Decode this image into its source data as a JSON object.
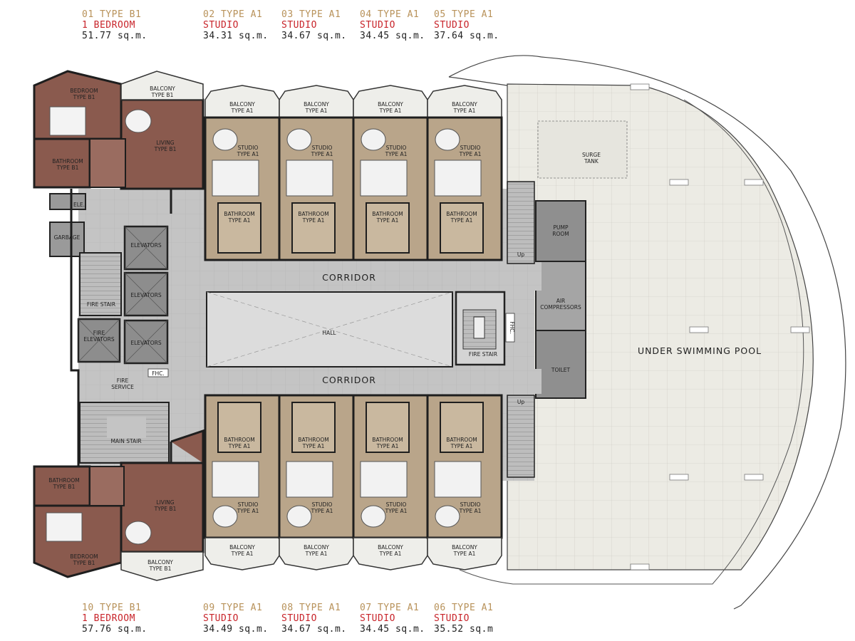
{
  "units_top": [
    {
      "num": "01 TYPE B1",
      "kind": "1 BEDROOM",
      "area": "51.77 sq.m."
    },
    {
      "num": "02 TYPE A1",
      "kind": "STUDIO",
      "area": "34.31 sq.m."
    },
    {
      "num": "03 TYPE A1",
      "kind": "STUDIO",
      "area": "34.67 sq.m."
    },
    {
      "num": "04 TYPE A1",
      "kind": "STUDIO",
      "area": "34.45 sq.m."
    },
    {
      "num": "05 TYPE A1",
      "kind": "STUDIO",
      "area": "37.64 sq.m."
    }
  ],
  "units_bottom": [
    {
      "num": "10 TYPE B1",
      "kind": "1 BEDROOM",
      "area": "57.76 sq.m."
    },
    {
      "num": "09 TYPE A1",
      "kind": "STUDIO",
      "area": "34.49 sq.m."
    },
    {
      "num": "08 TYPE A1",
      "kind": "STUDIO",
      "area": "34.67 sq.m."
    },
    {
      "num": "07 TYPE A1",
      "kind": "STUDIO",
      "area": "34.45 sq.m."
    },
    {
      "num": "06 TYPE A1",
      "kind": "STUDIO",
      "area": "35.52 sq.m"
    }
  ],
  "rooms": {
    "bedroom_b1": [
      "BEDROOM",
      "TYPE B1"
    ],
    "living_b1": [
      "LIVING",
      "TYPE B1"
    ],
    "bathroom_b1": [
      "BATHROOM",
      "TYPE B1"
    ],
    "balcony_b1": [
      "BALCONY",
      "TYPE B1"
    ],
    "balcony_a1": [
      "BALCONY",
      "TYPE A1"
    ],
    "studio_a1": [
      "STUDIO",
      "TYPE A1"
    ],
    "bathroom_a1": [
      "BATHROOM",
      "TYPE A1"
    ],
    "ele": "ELE.",
    "garbage": "GARBAGE",
    "elevators": "ELEVATORS",
    "fire_elevators": [
      "FIRE",
      "ELEVATORS"
    ],
    "fire_stair": "FIRE STAIR",
    "fire_service": [
      "FIRE",
      "SERVICE"
    ],
    "fhc": "FHC.",
    "main_stair": "MAIN STAIR",
    "corridor": "CORRIDOR",
    "hall": "HALL",
    "pump_room": [
      "PUMP",
      "ROOM"
    ],
    "air_compressors": [
      "AIR",
      "COMPRESSORS"
    ],
    "toilet": "TOILET",
    "surge_tank": [
      "SURGE",
      "TANK"
    ],
    "pool": "UNDER SWIMMING POOL",
    "up": "Up"
  },
  "colors": {
    "b1_fill": "#8a5a4e",
    "a1_fill": "#b9a58a",
    "corridor_fill": "#c8c8c8",
    "deck_fill": "#ecebe4",
    "service_fill": "#8d8d8d",
    "wall": "#1e1e1e"
  }
}
